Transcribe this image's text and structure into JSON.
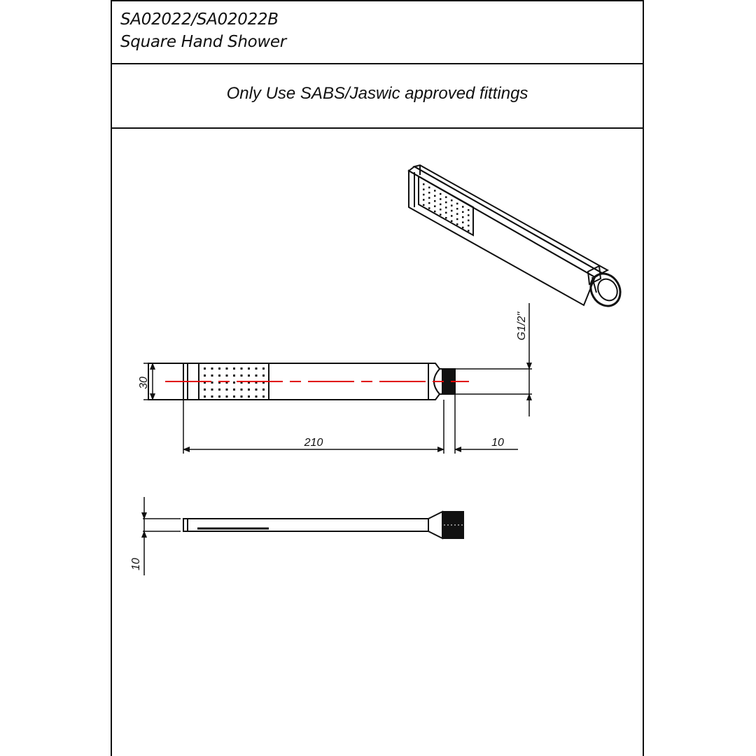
{
  "header": {
    "model_codes": "SA02022/SA02022B",
    "product_name": "Square Hand Shower"
  },
  "note": {
    "text": "Only Use SABS/Jaswic approved fittings"
  },
  "dimensions": {
    "height": "30",
    "length": "210",
    "thread_length": "10",
    "thread_size": "G1/2\"",
    "thickness": "10"
  },
  "colors": {
    "line": "#111111",
    "centerline": "#e00000"
  }
}
